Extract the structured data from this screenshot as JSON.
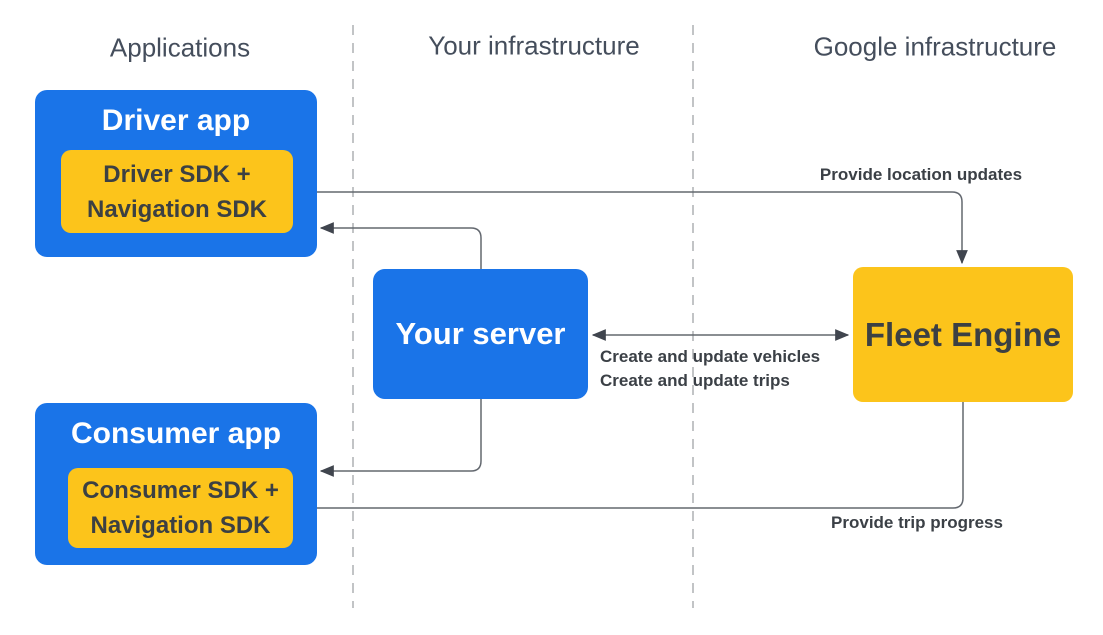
{
  "diagram": {
    "title_hint": "Fleet Engine architecture diagram",
    "columns": [
      {
        "id": "applications",
        "label": "Applications"
      },
      {
        "id": "your-infrastructure",
        "label": "Your infrastructure"
      },
      {
        "id": "google-infrastructure",
        "label": "Google infrastructure"
      }
    ],
    "nodes": {
      "driver_app": {
        "title": "Driver app",
        "sdk_line1": "Driver SDK +",
        "sdk_line2": "Navigation SDK"
      },
      "consumer_app": {
        "title": "Consumer app",
        "sdk_line1": "Consumer SDK +",
        "sdk_line2": "Navigation SDK"
      },
      "your_server": {
        "title": "Your server"
      },
      "fleet_engine": {
        "title": "Fleet Engine"
      }
    },
    "edges": [
      {
        "id": "driver-sdk-to-fleet-engine",
        "from": "driver_sdk",
        "to": "fleet_engine",
        "direction": "one-way",
        "label": "Provide location updates"
      },
      {
        "id": "your-server-to-driver-app",
        "from": "your_server",
        "to": "driver_app",
        "direction": "one-way",
        "label": ""
      },
      {
        "id": "your-server-to-consumer-app",
        "from": "your_server",
        "to": "consumer_app",
        "direction": "one-way",
        "label": ""
      },
      {
        "id": "your-server-fleet-engine",
        "from": "your_server",
        "to": "fleet_engine",
        "direction": "two-way",
        "labels": [
          "Create and update vehicles",
          "Create and update trips"
        ]
      },
      {
        "id": "fleet-engine-to-consumer-sdk",
        "from": "fleet_engine",
        "to": "consumer_sdk",
        "direction": "one-way",
        "label": "Provide trip progress"
      }
    ]
  },
  "colors": {
    "node_blue": "#1a74e8",
    "node_yellow": "#fcc41b",
    "title_on_blue": "#ffffff",
    "title_on_yellow": "#3c4043",
    "header_text": "#454e5c",
    "edge_label_text": "#3b4046",
    "connector_line": "#63686f",
    "arrowhead": "#40454e",
    "column_divider": "#b8babd",
    "background": "#ffffff"
  }
}
